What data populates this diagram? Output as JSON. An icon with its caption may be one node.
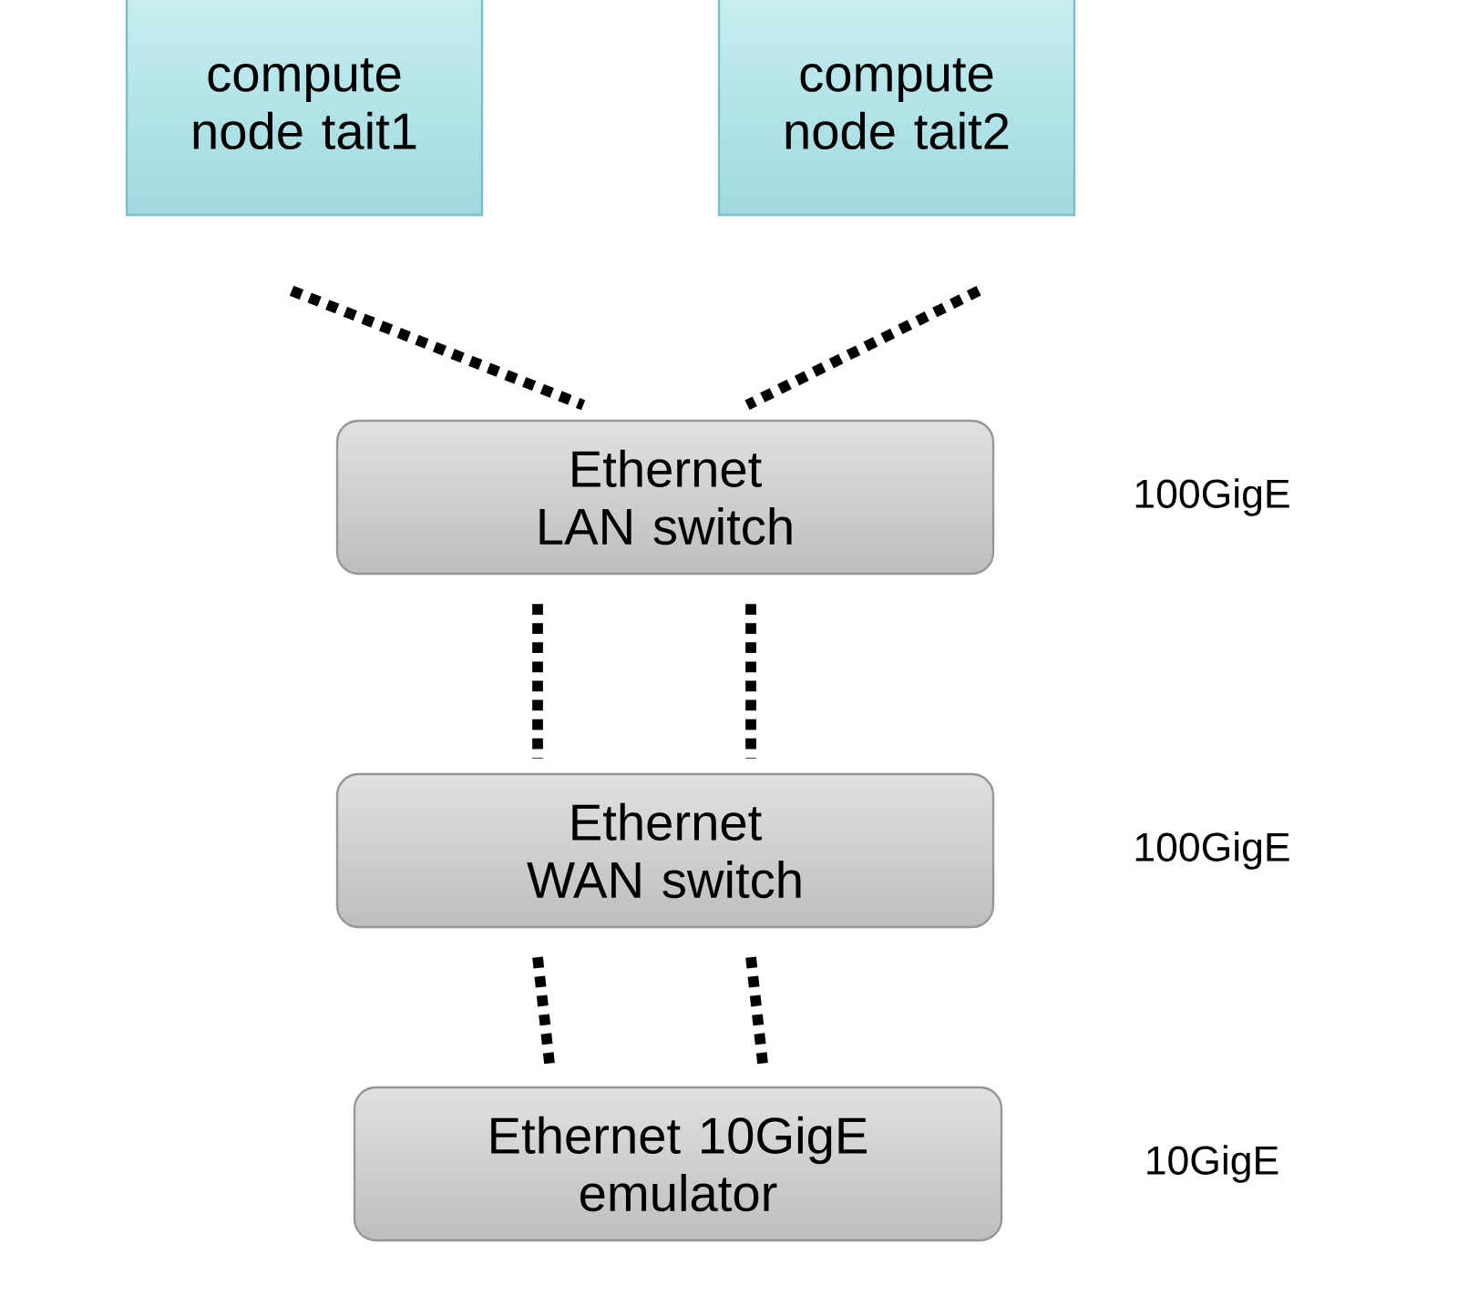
{
  "diagram": {
    "nodes": [
      {
        "text": [
          "compute node tait1"
        ]
      },
      {
        "text": [
          "compute node tait2"
        ]
      },
      {
        "text": [
          "Ethernet LAN switch"
        ],
        "beside": [
          "100GigE"
        ]
      },
      {
        "text": [
          "Ethernet WAN switch"
        ],
        "beside": [
          "100GigE"
        ]
      },
      {
        "text": [
          "Ethernet 10GigE emulator"
        ],
        "beside": [
          "10GigE"
        ]
      }
    ],
    "edges": [
      {
        "from": 0,
        "to": 2,
        "arrow": "none"
      },
      {
        "from": 1,
        "to": 2,
        "arrow": "none"
      },
      {
        "from": 2,
        "to": 3,
        "arrow": "none"
      },
      {
        "from": 2,
        "to": 3,
        "arrow": "none"
      },
      {
        "from": 3,
        "to": 4,
        "arrow": "none"
      },
      {
        "from": 3,
        "to": 4,
        "arrow": "none"
      }
    ]
  }
}
